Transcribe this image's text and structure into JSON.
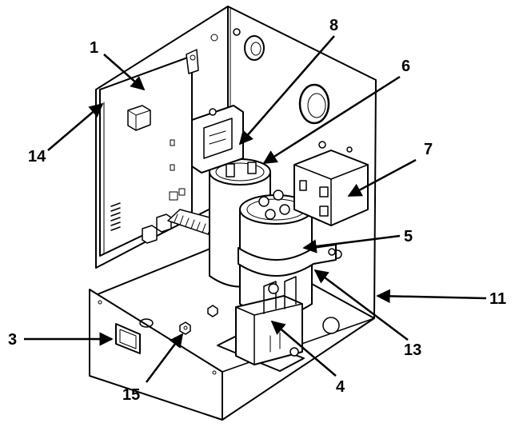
{
  "figure": {
    "callouts": [
      {
        "id": "c1",
        "label": "1"
      },
      {
        "id": "c3",
        "label": "3"
      },
      {
        "id": "c4",
        "label": "4"
      },
      {
        "id": "c5",
        "label": "5"
      },
      {
        "id": "c6",
        "label": "6"
      },
      {
        "id": "c7",
        "label": "7"
      },
      {
        "id": "c8",
        "label": "8"
      },
      {
        "id": "c11",
        "label": "11"
      },
      {
        "id": "c13",
        "label": "13"
      },
      {
        "id": "c14",
        "label": "14"
      },
      {
        "id": "c15",
        "label": "15"
      }
    ]
  }
}
